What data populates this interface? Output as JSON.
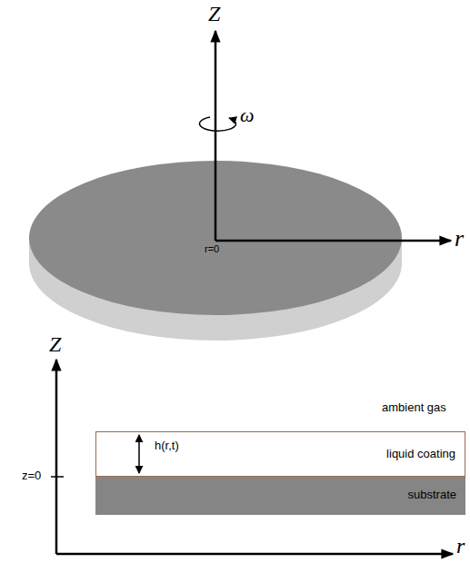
{
  "diagram": {
    "nodes": [
      {
        "text": [
          "h(r,t)",
          "liquid coating"
        ]
      },
      {
        "text": [
          "substrate"
        ]
      }
    ],
    "labels": [
      "Z",
      "ω",
      "r",
      "r=0",
      "Z",
      "ambient gas",
      "z=0",
      "r"
    ]
  }
}
